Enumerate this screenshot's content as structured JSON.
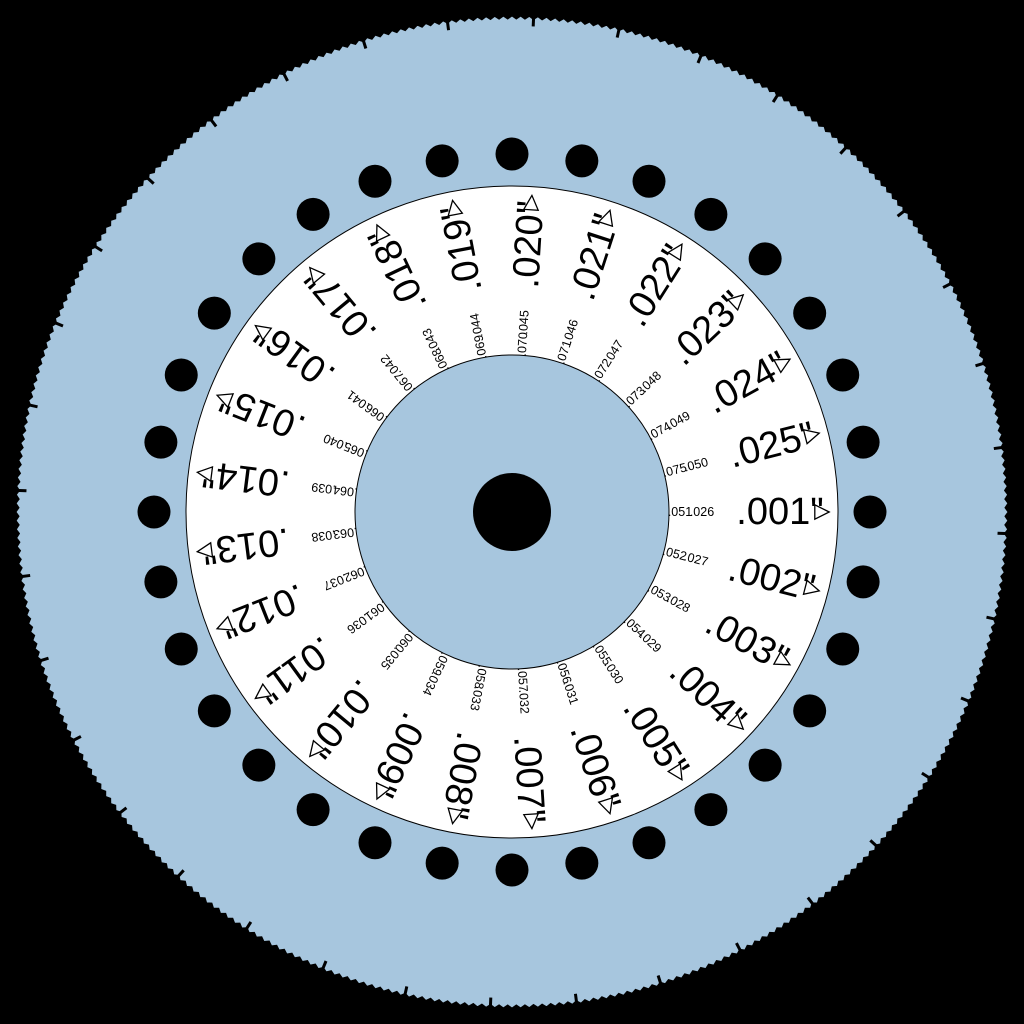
{
  "colors": {
    "background": "#000000",
    "disk": "#a7c6de",
    "ring": "#ffffff",
    "holes": "#000000",
    "outline": "#000000"
  },
  "wheel": {
    "hole_count": 32,
    "tooth_count": 360,
    "pointer_icon": "triangle-pointer-icon",
    "major_labels": [
      ".001\"",
      ".002\"",
      ".003\"",
      ".004\"",
      ".005\"",
      ".006\"",
      ".007\"",
      ".008\"",
      ".009\"",
      ".010\"",
      ".011\"",
      ".012\"",
      ".013\"",
      ".014\"",
      ".015\"",
      ".016\"",
      ".017\"",
      ".018\"",
      ".019\"",
      ".020\"",
      ".021\"",
      ".022\"",
      ".023\"",
      ".024\"",
      ".025\""
    ],
    "outer_minor_labels": [
      ".026",
      ".027",
      ".028",
      ".029",
      ".030",
      ".031",
      ".032",
      ".033",
      ".034",
      ".035",
      ".036",
      ".037",
      ".038",
      ".039",
      ".040",
      ".041",
      ".042",
      ".043",
      ".044",
      ".045",
      ".046",
      ".047",
      ".048",
      ".049",
      ".050"
    ],
    "inner_minor_labels": [
      ".051",
      ".052",
      ".053",
      ".054",
      ".055",
      ".056",
      ".057",
      ".058",
      ".059",
      ".060",
      ".061",
      ".062",
      ".063",
      ".064",
      ".065",
      ".066",
      ".067",
      ".068",
      ".069",
      ".070",
      ".071",
      ".072",
      ".073",
      ".074",
      ".075"
    ]
  }
}
